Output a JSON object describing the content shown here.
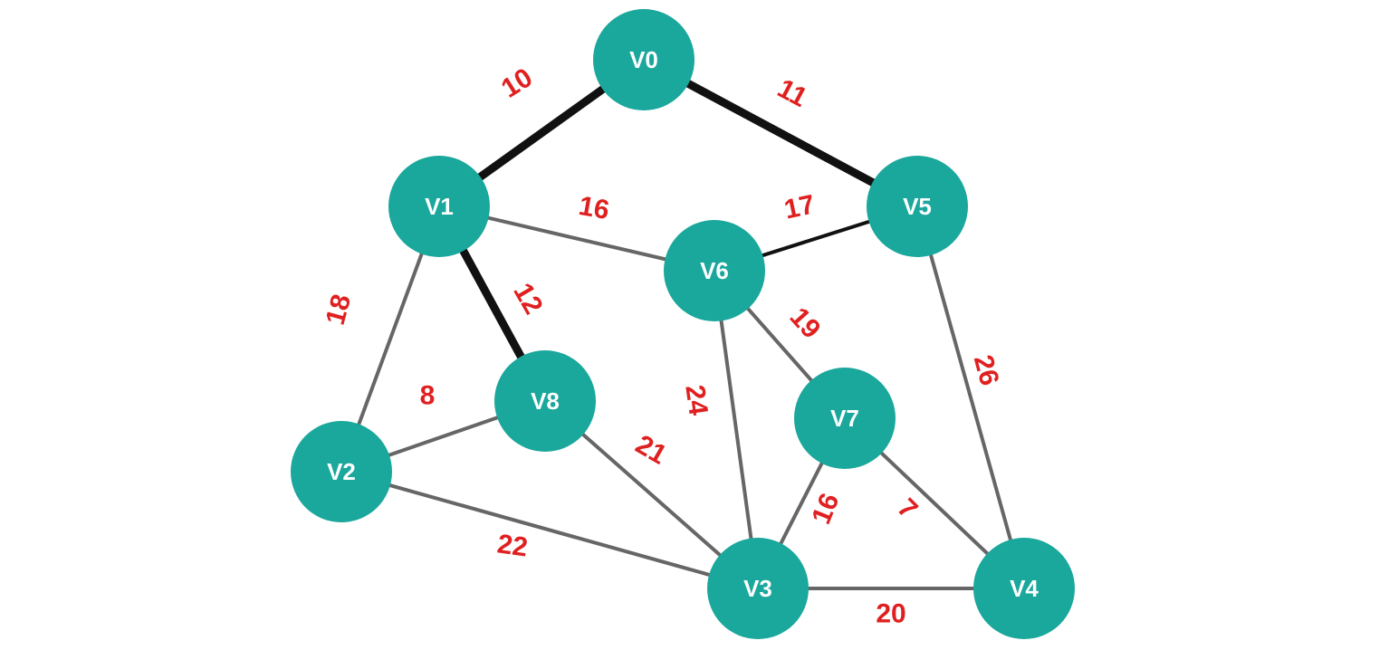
{
  "colors": {
    "node_fill": "#1aa79c",
    "node_text": "#ffffff",
    "edge": "#666666",
    "highlight_edge": "#111111",
    "weight_text": "#e02020"
  },
  "nodes": [
    {
      "id": "V0",
      "label": "V0"
    },
    {
      "id": "V1",
      "label": "V1"
    },
    {
      "id": "V2",
      "label": "V2"
    },
    {
      "id": "V3",
      "label": "V3"
    },
    {
      "id": "V4",
      "label": "V4"
    },
    {
      "id": "V5",
      "label": "V5"
    },
    {
      "id": "V6",
      "label": "V6"
    },
    {
      "id": "V7",
      "label": "V7"
    },
    {
      "id": "V8",
      "label": "V8"
    }
  ],
  "edges": [
    {
      "from": "V0",
      "to": "V1",
      "weight": "10",
      "style": "highlight"
    },
    {
      "from": "V0",
      "to": "V5",
      "weight": "11",
      "style": "highlight"
    },
    {
      "from": "V1",
      "to": "V8",
      "weight": "12",
      "style": "highlight"
    },
    {
      "from": "V1",
      "to": "V6",
      "weight": "16",
      "style": "normal"
    },
    {
      "from": "V6",
      "to": "V5",
      "weight": "17",
      "style": "dark"
    },
    {
      "from": "V1",
      "to": "V2",
      "weight": "18",
      "style": "normal"
    },
    {
      "from": "V2",
      "to": "V8",
      "weight": "8",
      "style": "normal"
    },
    {
      "from": "V6",
      "to": "V7",
      "weight": "19",
      "style": "normal"
    },
    {
      "from": "V6",
      "to": "V3",
      "weight": "24",
      "style": "normal"
    },
    {
      "from": "V5",
      "to": "V4",
      "weight": "26",
      "style": "normal"
    },
    {
      "from": "V8",
      "to": "V3",
      "weight": "21",
      "style": "normal"
    },
    {
      "from": "V2",
      "to": "V3",
      "weight": "22",
      "style": "normal"
    },
    {
      "from": "V7",
      "to": "V3",
      "weight": "16",
      "style": "normal"
    },
    {
      "from": "V7",
      "to": "V4",
      "weight": "7",
      "style": "normal"
    },
    {
      "from": "V3",
      "to": "V4",
      "weight": "20",
      "style": "normal"
    }
  ]
}
